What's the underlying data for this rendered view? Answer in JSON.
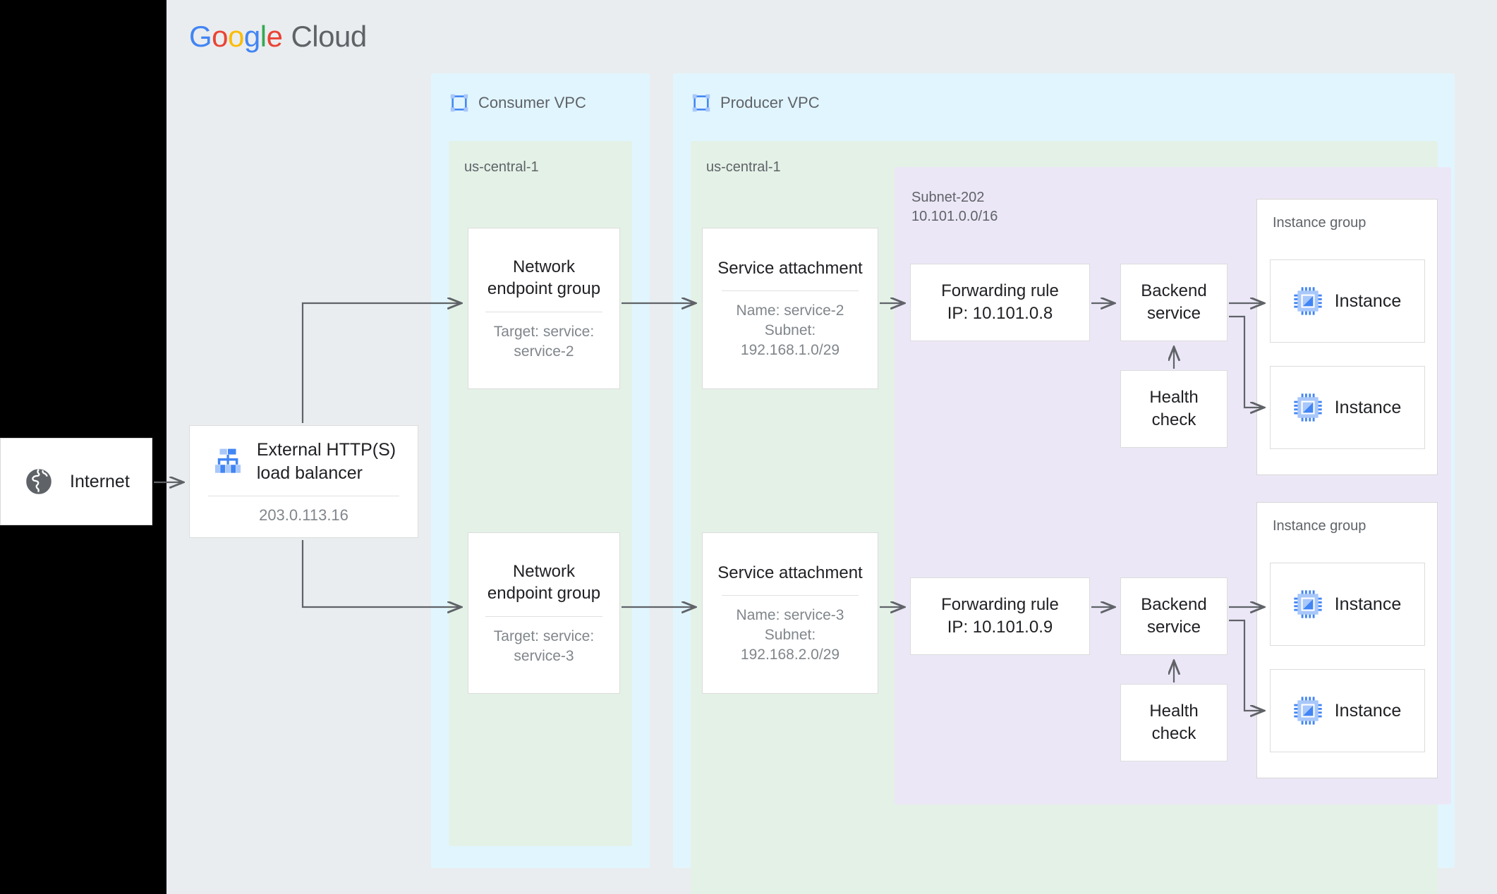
{
  "brand": {
    "logo_google": [
      "G",
      "o",
      "o",
      "g",
      "l",
      "e"
    ],
    "logo_cloud": "Cloud",
    "colors": {
      "blue": "#4285F4",
      "red": "#EA4335",
      "yellow": "#FBBC05",
      "green": "#34A853",
      "gray_text": "#5f6368",
      "page_bg": "#eaedef",
      "vpc_bg": "#e1f5fe",
      "region_bg": "#e4f1e7",
      "subnet_bg": "#ece7f6",
      "icon_blue": "#4285F4",
      "icon_blue_light": "#a8c7fa",
      "globe_gray": "#5f6368"
    }
  },
  "internet": {
    "label": "Internet",
    "icon": "globe-icon"
  },
  "load_balancer": {
    "title_line1": "External HTTP(S)",
    "title_line2": "load balancer",
    "ip": "203.0.113.16",
    "icon": "load-balancer-icon"
  },
  "consumer_vpc": {
    "label": "Consumer VPC",
    "icon": "vpc-icon",
    "region": {
      "label": "us-central-1"
    },
    "negs": [
      {
        "title_line1": "Network",
        "title_line2": "endpoint group",
        "sub_line1": "Target: service:",
        "sub_line2": "service-2"
      },
      {
        "title_line1": "Network",
        "title_line2": "endpoint group",
        "sub_line1": "Target: service:",
        "sub_line2": "service-3"
      }
    ]
  },
  "producer_vpc": {
    "label": "Producer VPC",
    "icon": "vpc-icon",
    "region": {
      "label": "us-central-1"
    },
    "service_attachments": [
      {
        "title": "Service attachment",
        "sub_line1": "Name: service-2",
        "sub_line2": "Subnet:",
        "sub_line3": "192.168.1.0/29"
      },
      {
        "title": "Service attachment",
        "sub_line1": "Name: service-3",
        "sub_line2": "Subnet:",
        "sub_line3": "192.168.2.0/29"
      }
    ],
    "subnet": {
      "name": "Subnet-202",
      "cidr": "10.101.0.0/16",
      "rows": [
        {
          "forwarding_rule_line1": "Forwarding rule",
          "forwarding_rule_line2": "IP: 10.101.0.8",
          "backend_service_line1": "Backend",
          "backend_service_line2": "service",
          "health_check_line1": "Health",
          "health_check_line2": "check",
          "instance_group_label": "Instance group",
          "instances": [
            "Instance",
            "Instance"
          ]
        },
        {
          "forwarding_rule_line1": "Forwarding rule",
          "forwarding_rule_line2": "IP: 10.101.0.9",
          "backend_service_line1": "Backend",
          "backend_service_line2": "service",
          "health_check_line1": "Health",
          "health_check_line2": "check",
          "instance_group_label": "Instance group",
          "instances": [
            "Instance",
            "Instance"
          ]
        }
      ]
    }
  }
}
